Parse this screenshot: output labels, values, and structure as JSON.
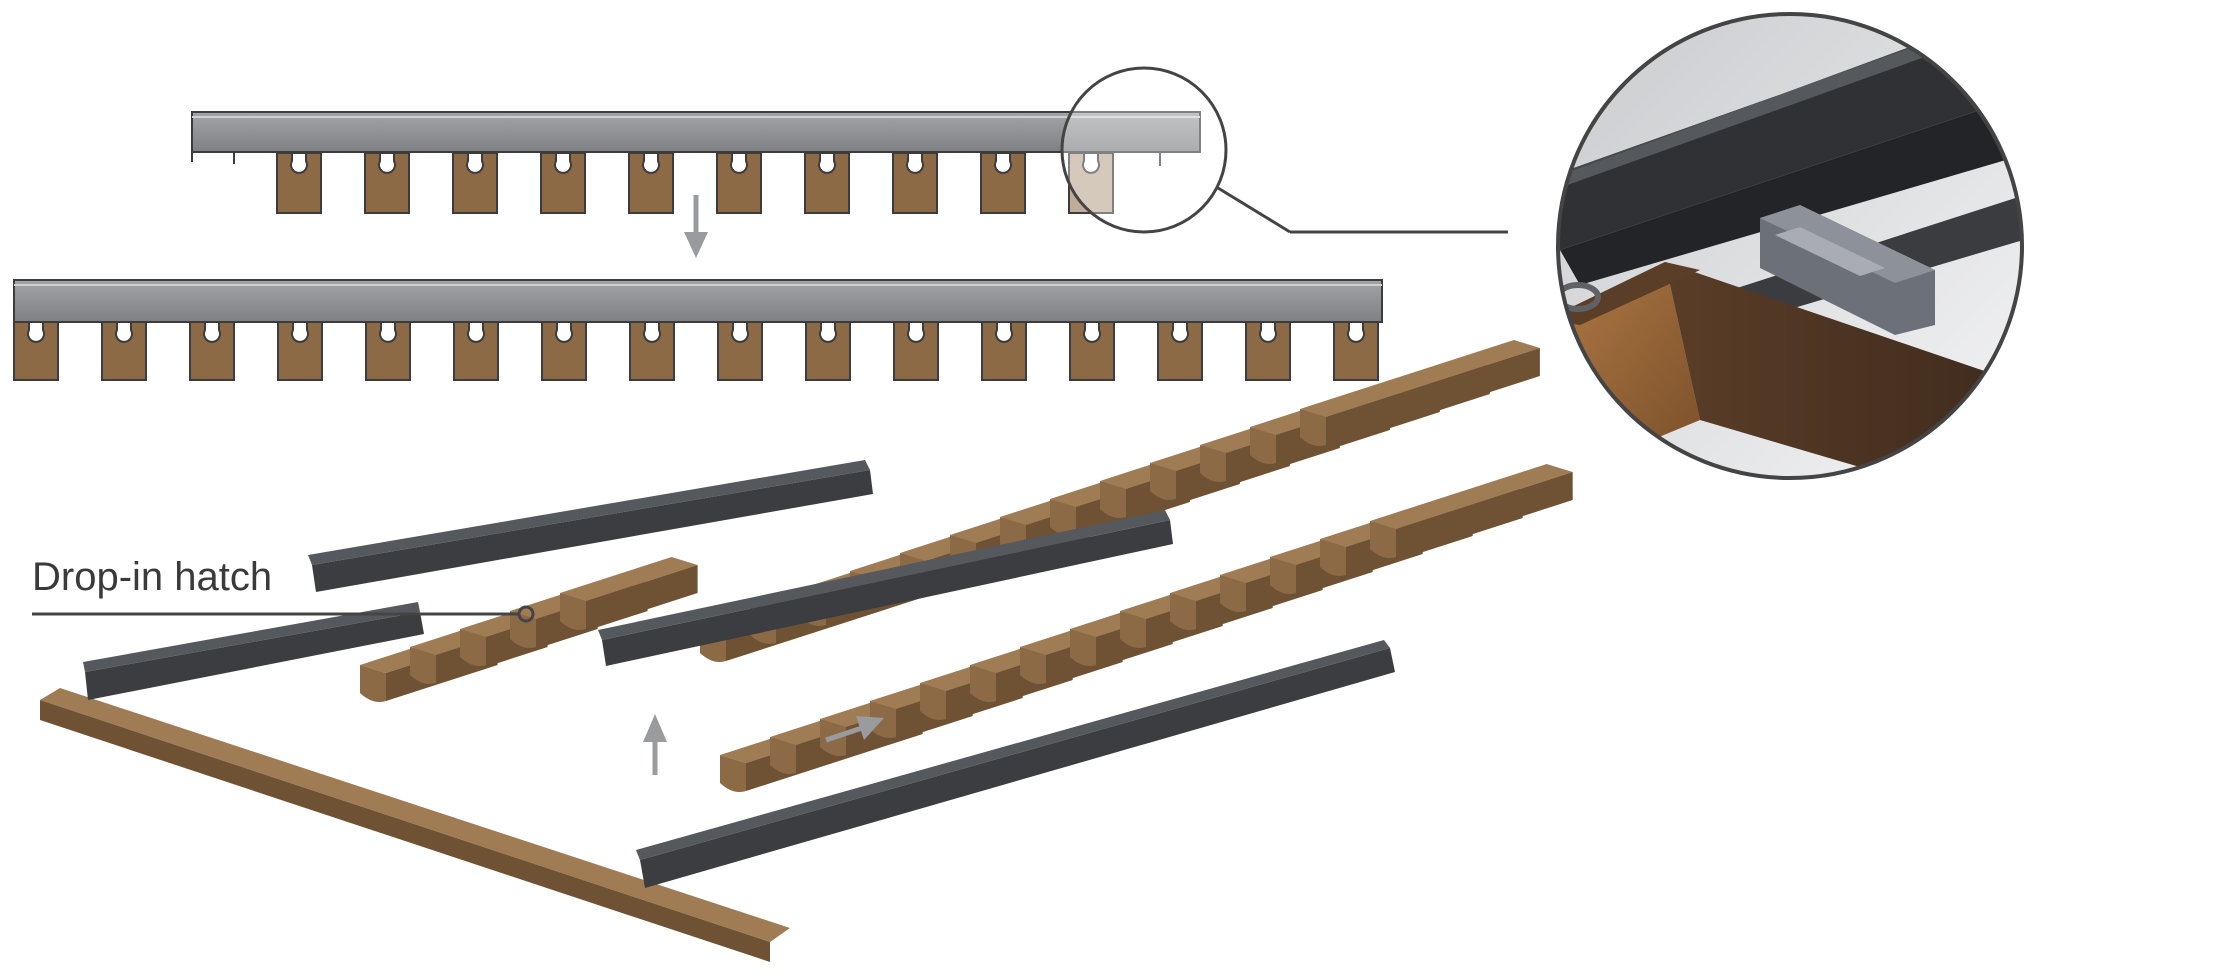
{
  "callout": {
    "label": "Drop-in hatch"
  },
  "colors": {
    "wood": "#8b6a45",
    "wood_side": "#6f5234",
    "wood_top": "#a07c55",
    "rail_gray": "#8d8e91",
    "rail_dark": "#3b3d40",
    "arrow": "#9a9b9e",
    "line": "#444444"
  },
  "counts": {
    "top_profile_blocks": 10,
    "mid_profile_blocks": 16
  }
}
